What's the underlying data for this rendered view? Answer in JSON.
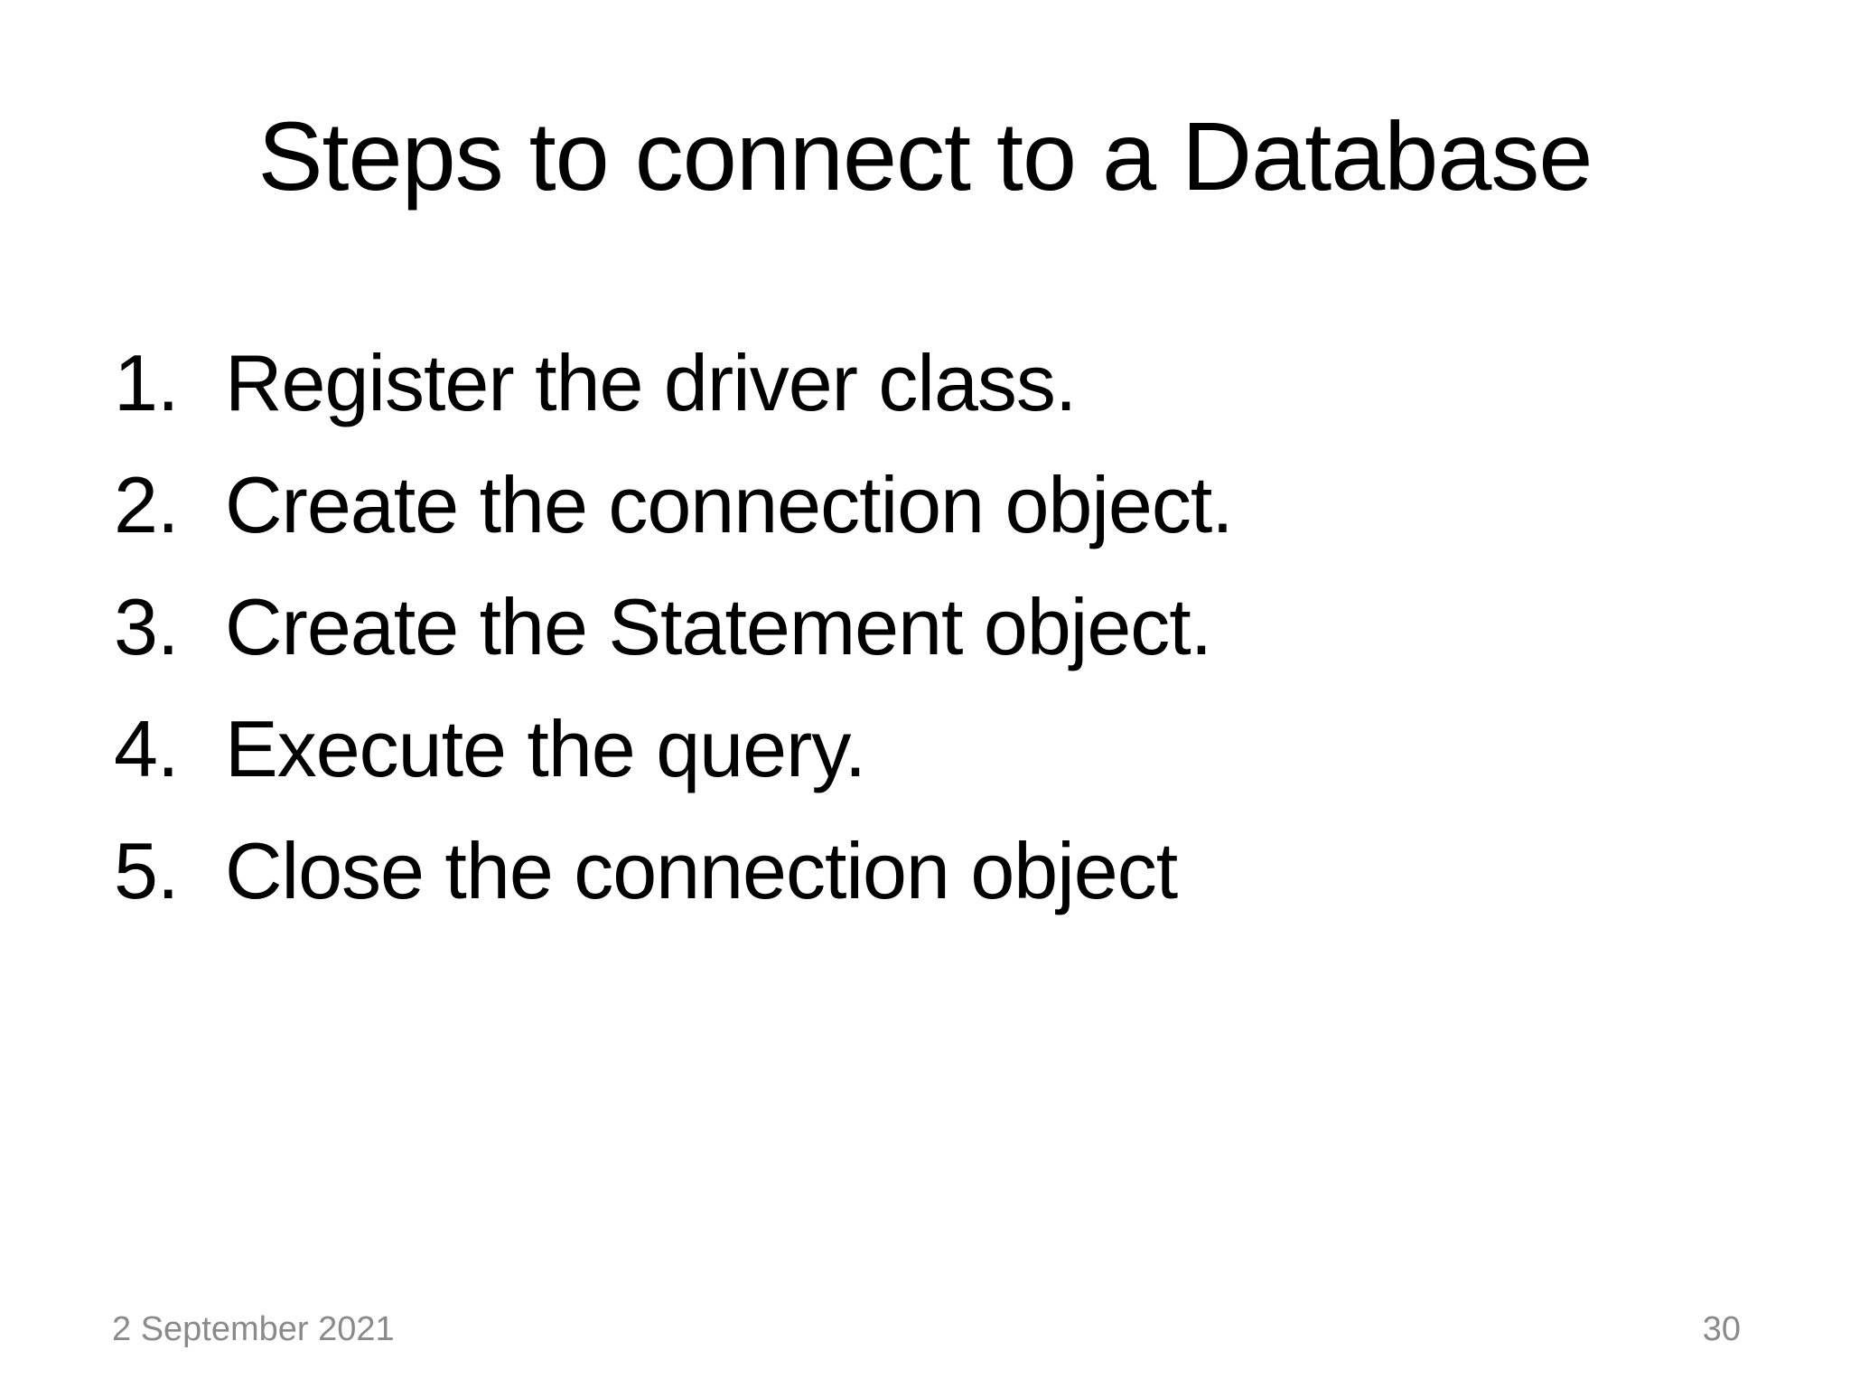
{
  "slide": {
    "title": "Steps to connect to a Database",
    "items": [
      {
        "number": "1.",
        "text": "Register the driver class."
      },
      {
        "number": "2.",
        "text": "Create the connection object."
      },
      {
        "number": "3.",
        "text": "Create the Statement object."
      },
      {
        "number": "4.",
        "text": "Execute the query."
      },
      {
        "number": "5.",
        "text": "Close the connection object"
      }
    ],
    "footer": {
      "date": "2 September 2021",
      "page_number": "30"
    },
    "colors": {
      "background": "#ffffff",
      "text": "#000000",
      "footer_text": "#8a8a8a"
    }
  }
}
